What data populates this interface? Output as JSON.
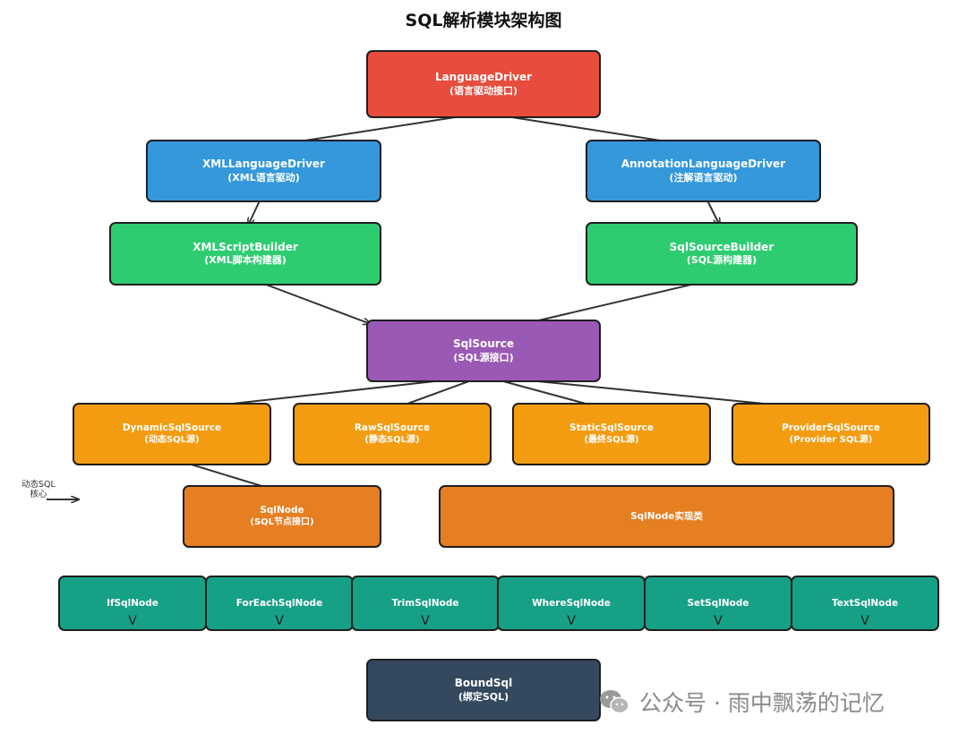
{
  "title": "SQL解析模块架构图",
  "nodes": {
    "language_driver": {
      "name": "LanguageDriver",
      "desc": "(语言驱动接口)",
      "color": "#e74c3c"
    },
    "xml_language_driver": {
      "name": "XMLLanguageDriver",
      "desc": "(XML语言驱动)",
      "color": "#3498db"
    },
    "annotation_language_driver": {
      "name": "AnnotationLanguageDriver",
      "desc": "(注解语言驱动)",
      "color": "#3498db"
    },
    "xml_script_builder": {
      "name": "XMLScriptBuilder",
      "desc": "(XML脚本构建器)",
      "color": "#2ecc71"
    },
    "sql_source_builder": {
      "name": "SqlSourceBuilder",
      "desc": "(SQL源构建器)",
      "color": "#2ecc71"
    },
    "sql_source": {
      "name": "SqlSource",
      "desc": "(SQL源接口)",
      "color": "#9b59b6"
    },
    "dynamic_sql_source": {
      "name": "DynamicSqlSource",
      "desc": "(动态SQL源)",
      "color": "#f39c12"
    },
    "raw_sql_source": {
      "name": "RawSqlSource",
      "desc": "(静态SQL源)",
      "color": "#f39c12"
    },
    "static_sql_source": {
      "name": "StaticSqlSource",
      "desc": "(最终SQL源)",
      "color": "#f39c12"
    },
    "provider_sql_source": {
      "name": "ProviderSqlSource",
      "desc": "(Provider SQL源)",
      "color": "#f39c12"
    },
    "sql_node": {
      "name": "SqlNode",
      "desc": "(SQL节点接口)",
      "color": "#e67e22"
    },
    "sql_node_impls": {
      "name": "SqlNode实现类",
      "color": "#e67e22"
    },
    "if_sql_node": {
      "name": "IfSqlNode",
      "color": "#16a085"
    },
    "foreach_sql_node": {
      "name": "ForEachSqlNode",
      "color": "#16a085"
    },
    "trim_sql_node": {
      "name": "TrimSqlNode",
      "color": "#16a085"
    },
    "where_sql_node": {
      "name": "WhereSqlNode",
      "color": "#16a085"
    },
    "set_sql_node": {
      "name": "SetSqlNode",
      "color": "#16a085"
    },
    "text_sql_node": {
      "name": "TextSqlNode",
      "color": "#16a085"
    },
    "bound_sql": {
      "name": "BoundSql",
      "desc": "(绑定SQL)",
      "color": "#34495e"
    }
  },
  "chevron": "V",
  "side_note": {
    "line1": "动态SQL",
    "line2": "核心"
  },
  "watermark": {
    "text": "公众号 · 雨中飘荡的记忆",
    "icon": "wechat-icon"
  }
}
